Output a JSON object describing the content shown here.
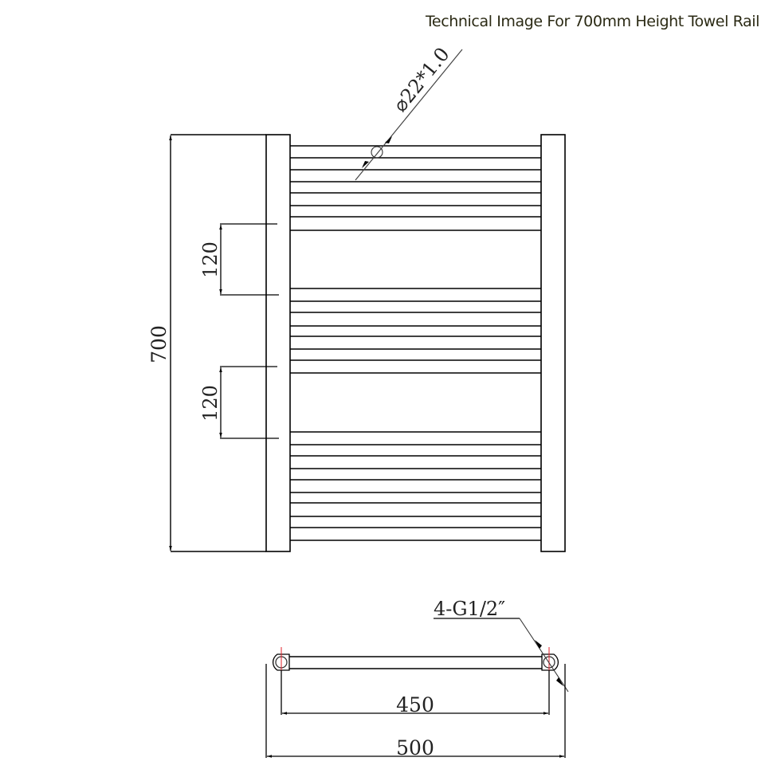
{
  "title": "Technical Image For 700mm Height Towel Rail",
  "front_view": {
    "overall_height_label": "700",
    "gap_label_upper": "120",
    "gap_label_lower": "120",
    "tube_spec_label": "⌀22*1.0",
    "rail_groups": [
      {
        "name": "top",
        "rail_y": [
          183,
          198,
          213,
          228,
          242,
          258,
          272,
          289
        ]
      },
      {
        "name": "middle",
        "rail_y": [
          362,
          378,
          392,
          409,
          422,
          438,
          452,
          468
        ]
      },
      {
        "name": "bottom",
        "rail_y": [
          542,
          558,
          572,
          588,
          602,
          618,
          631,
          648,
          662,
          678
        ]
      }
    ],
    "rail_count": 26
  },
  "top_view": {
    "connection_label": "4-G1/2″",
    "centres_label": "450",
    "overall_width_label": "500"
  },
  "colors": {
    "line": "#000000",
    "centerline": "#e0202a",
    "title": "#2b2a14"
  }
}
